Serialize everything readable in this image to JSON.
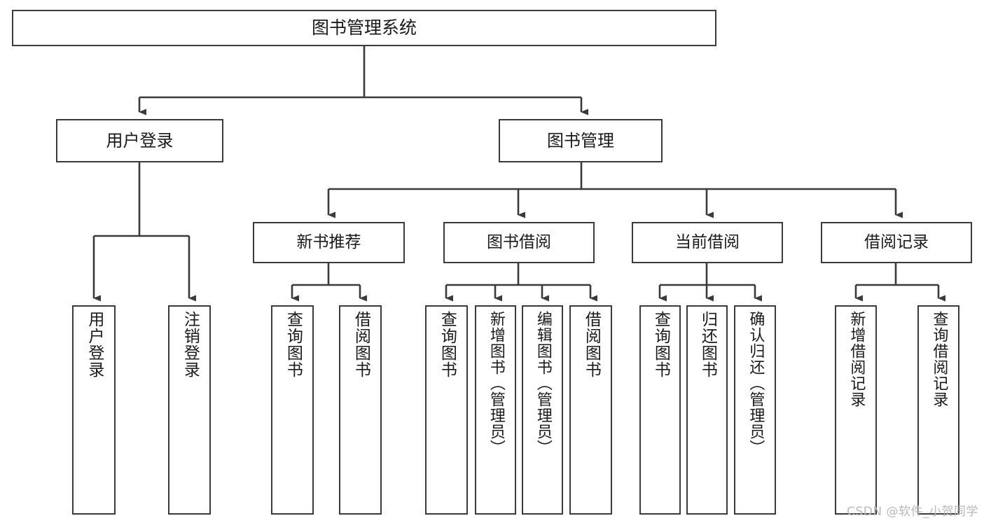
{
  "diagram": {
    "type": "tree-hierarchy",
    "title": "图书管理系统",
    "orientation": "top-down",
    "colors": {
      "box_border": "#3a3a3a",
      "box_fill": "#ffffff",
      "edge": "#3a3a3a",
      "text": "#1a1a1a",
      "watermark": "#b9b9b9",
      "background": "#ffffff"
    },
    "root": {
      "label": "图书管理系统"
    },
    "tier1": [
      {
        "label": "用户登录"
      },
      {
        "label": "图书管理"
      }
    ],
    "tier2": [
      {
        "label": "新书推荐"
      },
      {
        "label": "图书借阅"
      },
      {
        "label": "当前借阅"
      },
      {
        "label": "借阅记录"
      }
    ],
    "leaves": {
      "user_login": [
        {
          "label": "用户登录"
        },
        {
          "label": "注销登录"
        }
      ],
      "new_book_recommend": [
        {
          "label": "查询图书"
        },
        {
          "label": "借阅图书"
        }
      ],
      "book_borrow": [
        {
          "label": "查询图书"
        },
        {
          "label": "新增图书（管理员）"
        },
        {
          "label": "编辑图书（管理员）"
        },
        {
          "label": "借阅图书"
        }
      ],
      "current_borrow": [
        {
          "label": "查询图书"
        },
        {
          "label": "归还图书"
        },
        {
          "label": "确认归还（管理员）"
        }
      ],
      "borrow_record": [
        {
          "label": "新增借阅记录"
        },
        {
          "label": "查询借阅记录"
        }
      ]
    },
    "watermark": "CSDN @软件_小贺同学"
  }
}
